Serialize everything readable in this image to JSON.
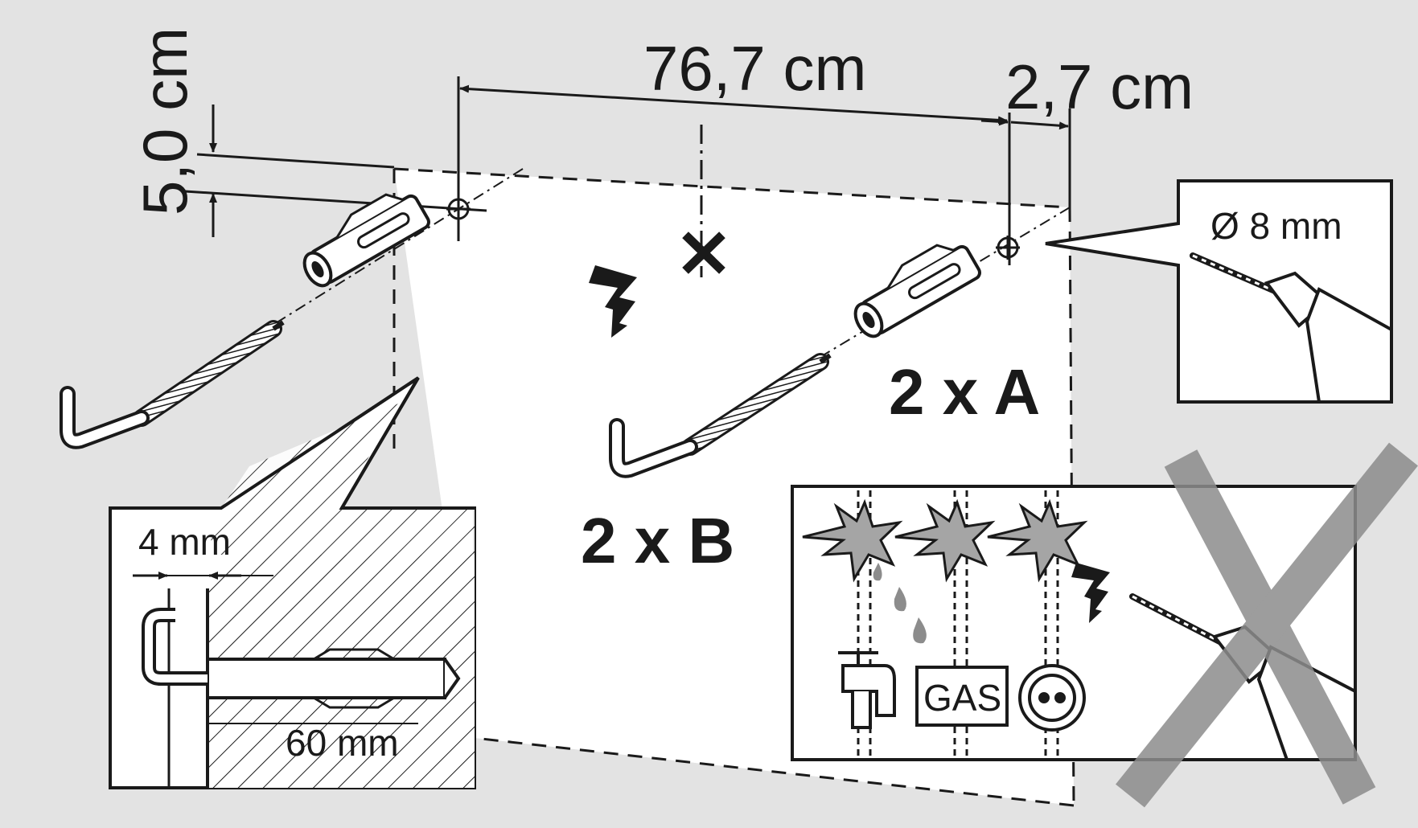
{
  "dimensions": {
    "hole_spacing": "76,7 cm",
    "edge_offset": "2,7 cm",
    "vertical_offset": "5,0 cm"
  },
  "drill_detail": {
    "bit_diameter": "Ø 8 mm"
  },
  "parts": {
    "part_a": "2 x A",
    "part_b": "2 x B"
  },
  "section_detail": {
    "gap": "4 mm",
    "depth": "60 mm"
  },
  "warning_panel": {
    "gas_label": "GAS"
  },
  "colors": {
    "background": "#e3e3e3",
    "line": "#1a1a1a",
    "warning_cross": "#8c8c8c",
    "wall_face": "#ffffff"
  }
}
